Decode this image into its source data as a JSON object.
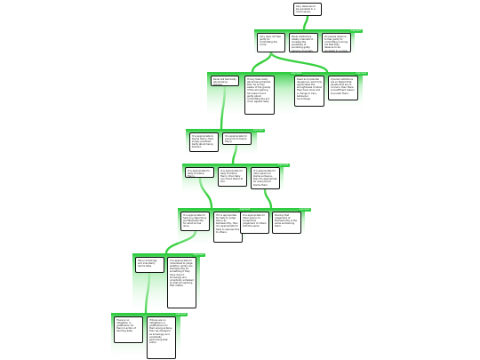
{
  "colors": {
    "accent": "#2ecc40",
    "accent_light": "#b8f0be",
    "connector": "#37d03f",
    "card_border": "#111111",
    "card_fill": "#ffffff"
  },
  "badge_label": "argument",
  "nodes": [
    {
      "id": "n0",
      "text": "Cary deserves to be punished in a moral sense."
    },
    {
      "id": "n1",
      "text": "Cary does not feel guilty for committing the crime."
    },
    {
      "id": "n2",
      "text": "Penal institutions ideally intended to increase the possibility of punishing guilty persons of society."
    },
    {
      "id": "n3",
      "text": "Do people deserve to feel guilty for committing a wrong act that they deserve to be punished in a moral institution."
    },
    {
      "id": "n4",
      "text": "Penal will feel badly about being blamed."
    },
    {
      "id": "n5",
      "text": "If Cary feels badly about being blamed, then he is truly aware of the gravity of the wrongdoing he's been found guilty about committing the act of sin against Sally."
    },
    {
      "id": "n6",
      "text": "Dead and potential dangerous, each fully appreciates the wrongfulness of what they have done and a change in Cary behaviour accordingly."
    },
    {
      "id": "n7",
      "text": "If penal institutions are so flawed that people that are of concern, then there is insufficient reason to punish them."
    },
    {
      "id": "n8",
      "text": "It is appropriate to blame Henry, then simply punished badly about being blamed."
    },
    {
      "id": "n9",
      "text": "It is appropriate for everyone to blame Henry."
    },
    {
      "id": "n10",
      "text": "It is appropriate for Sally to blame Henry."
    },
    {
      "id": "n11",
      "text": "It is appropriate for Sally to blame Henry, then Sally can direct blame at him."
    },
    {
      "id": "n12",
      "text": "It is appropriate for other person to blame someone, then it's appropriate for everyone to blame them."
    },
    {
      "id": "n13",
      "text": "It is appropriate for Sally to judge Henry and Blameworthy for what he has done."
    },
    {
      "id": "n14",
      "text": "If it is appropriate for Sally to judge Henry as blameworthy, then it is appropriate for Sally to express this to others."
    },
    {
      "id": "n15",
      "text": "It is appropriate for other person to accept that judgement of others with the same."
    },
    {
      "id": "n16",
      "text": "Sharing that judgement of blameworthy is the same as blaming them."
    },
    {
      "id": "n17",
      "text": "Henry knowingly and voluntarily harms Sally."
    },
    {
      "id": "n18",
      "text": "It is appropriate for individuals to judge whether certain are blameworthy for something if they have done it knowingly and voluntarily unhelped by that wrongdoing that matter."
    },
    {
      "id": "n19",
      "text": "There is no mitigation or justification for Henry's action of harming Sally."
    },
    {
      "id": "n20",
      "text": "If there are no mitigations or justifications for their wrong actions, then we disregard as knowingly and voluntarily performing that action."
    }
  ]
}
